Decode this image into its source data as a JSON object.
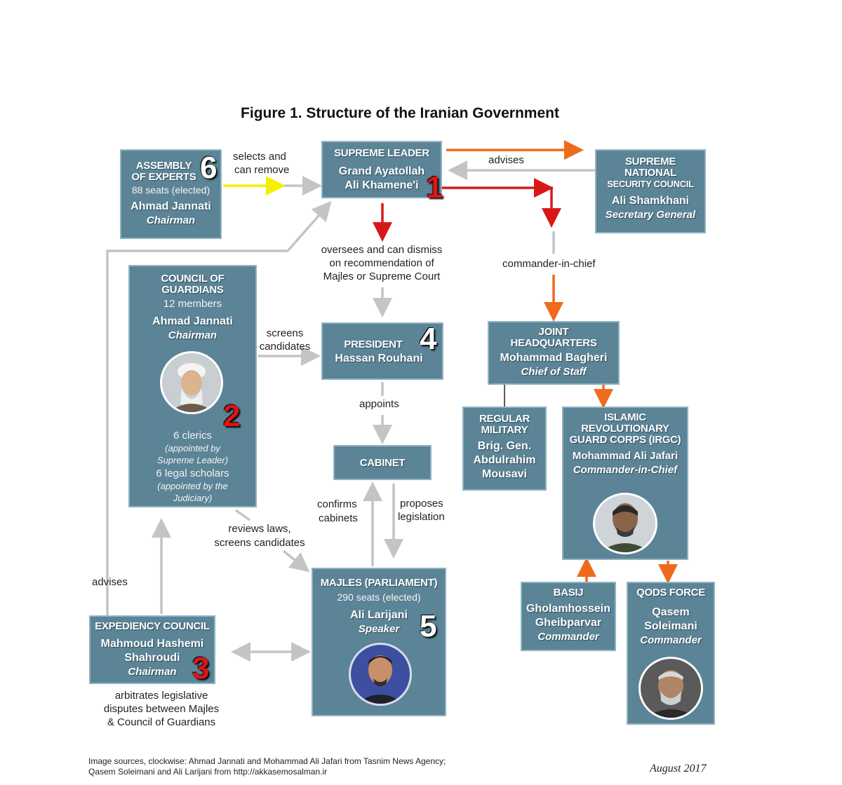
{
  "title": "Figure 1. Structure of the Iranian Government",
  "boxes": {
    "assembly": {
      "title1": "Assembly",
      "title2": "of Experts",
      "seats": "88 seats (elected)",
      "name": "Ahmad Jannati",
      "role": "Chairman",
      "number": "6"
    },
    "leader": {
      "title": "Supreme Leader",
      "name1": "Grand Ayatollah",
      "name2": "Ali Khamene'i",
      "number": "1"
    },
    "snsc": {
      "title1": "Supreme",
      "title2": "National",
      "title3": "Security Council",
      "name": "Ali Shamkhani",
      "role": "Secretary General"
    },
    "guardians": {
      "title1": "Council of",
      "title2": "Guardians",
      "members": "12 members",
      "name": "Ahmad Jannati",
      "role": "Chairman",
      "clerics": "6 clerics",
      "clerics_note": "(appointed by Supreme Leader)",
      "scholars": "6 legal scholars",
      "scholars_note": "(appointed by the Judiciary)",
      "number": "2"
    },
    "president": {
      "title": "President",
      "name": "Hassan Rouhani",
      "number": "4"
    },
    "joint": {
      "title1": "Joint",
      "title2": "Headquarters",
      "name": "Mohammad Bagheri",
      "role": "Chief of Staff"
    },
    "cabinet": {
      "title": "Cabinet"
    },
    "regular": {
      "title1": "Regular",
      "title2": "Military",
      "name1": "Brig. Gen.",
      "name2": "Abdulrahim",
      "name3": "Mousavi"
    },
    "irgc": {
      "title1": "Islamic",
      "title2": "Revolutionary",
      "title3": "Guard Corps (IRGC)",
      "name": "Mohammad Ali Jafari",
      "role": "Commander-in-Chief"
    },
    "majles": {
      "title": "Majles (Parliament)",
      "seats": "290 seats (elected)",
      "name": "Ali Larijani",
      "role": "Speaker",
      "number": "5"
    },
    "expediency": {
      "title": "Expediency Council",
      "name1": "Mahmoud Hashemi",
      "name2": "Shahroudi",
      "role": "Chairman",
      "number": "3"
    },
    "basij": {
      "title": "Basij",
      "name1": "Gholamhossein",
      "name2": "Gheibparvar",
      "role": "Commander"
    },
    "qods": {
      "title": "Qods Force",
      "name1": "Qasem",
      "name2": "Soleimani",
      "role": "Commander"
    }
  },
  "labels": {
    "selects1": "selects and",
    "selects2": "can remove",
    "advises_top": "advises",
    "oversees1": "oversees and can dismiss",
    "oversees2": "on recommendation of",
    "oversees3": "Majles or Supreme Court",
    "commander": "commander-in-chief",
    "screens1": "screens",
    "screens2": "candidates",
    "appoints": "appoints",
    "confirms1": "confirms",
    "confirms2": "cabinets",
    "proposes1": "proposes",
    "proposes2": "legislation",
    "reviews1": "reviews laws,",
    "reviews2": "screens candidates",
    "advises_left": "advises",
    "arb1": "arbitrates legislative",
    "arb2": "disputes between Majles",
    "arb3": "& Council of Guardians"
  },
  "footer": {
    "line1": "Image sources, clockwise: Ahmad Jannati and Mohammad Ali Jafari from Tasnim News Agency;",
    "line2": "Qasem Soleimani and Ali Larijani from http://akkasemosalman.ir",
    "date": "August 2017"
  },
  "colors": {
    "box": "#5b8496",
    "arrow_gray": "#c4c4c4",
    "arrow_red": "#d81818",
    "arrow_orange": "#ef6a1c",
    "arrow_yellow": "#f3f000"
  }
}
